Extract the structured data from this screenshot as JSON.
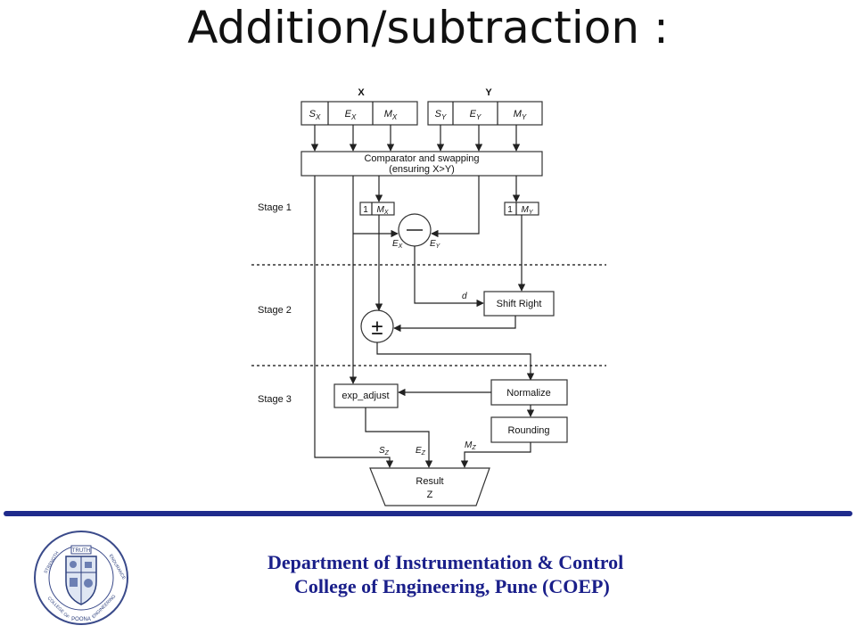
{
  "slide": {
    "title": "Addition/subtraction :"
  },
  "diagram": {
    "operand_x_label": "X",
    "operand_y_label": "Y",
    "x_fields": [
      {
        "base": "S",
        "sub": "X"
      },
      {
        "base": "E",
        "sub": "X"
      },
      {
        "base": "M",
        "sub": "X"
      }
    ],
    "y_fields": [
      {
        "base": "S",
        "sub": "Y"
      },
      {
        "base": "E",
        "sub": "Y"
      },
      {
        "base": "M",
        "sub": "Y"
      }
    ],
    "comparator": {
      "line1": "Comparator and swapping",
      "line2": "(ensuring X>Y)"
    },
    "stages": [
      "Stage 1",
      "Stage 2",
      "Stage 3"
    ],
    "mx_one": "1",
    "mx_label": {
      "base": "M",
      "sub": "X"
    },
    "my_one": "1",
    "my_label": {
      "base": "M",
      "sub": "Y"
    },
    "subtractor_symbol": "—",
    "subtractor_inputs": [
      {
        "base": "E",
        "sub": "X"
      },
      {
        "base": "E",
        "sub": "Y"
      }
    ],
    "shift_label": "d",
    "shift_right": "Shift Right",
    "adder_symbol": "±",
    "exp_adjust": "exp_adjust",
    "normalize": "Normalize",
    "rounding": "Rounding",
    "result_inputs": [
      {
        "base": "S",
        "sub": "Z"
      },
      {
        "base": "E",
        "sub": "Z"
      },
      {
        "base": "M",
        "sub": "Z"
      }
    ],
    "result_line1": "Result",
    "result_line2": "Z"
  },
  "footer": {
    "department": "Department of Instrumentation & Control",
    "college": "College of Engineering, Pune (COEP)",
    "logo_text": {
      "top": "TRUTH",
      "left": "STRENGTH",
      "right": "ENDURANCE",
      "bottom_left": "COLLEGE OF",
      "bottom_right": "ENGINEERING",
      "bottom": "POONA"
    }
  },
  "colors": {
    "footer_rule": "#1f2b8c",
    "footer_text": "#1a1f8a"
  }
}
